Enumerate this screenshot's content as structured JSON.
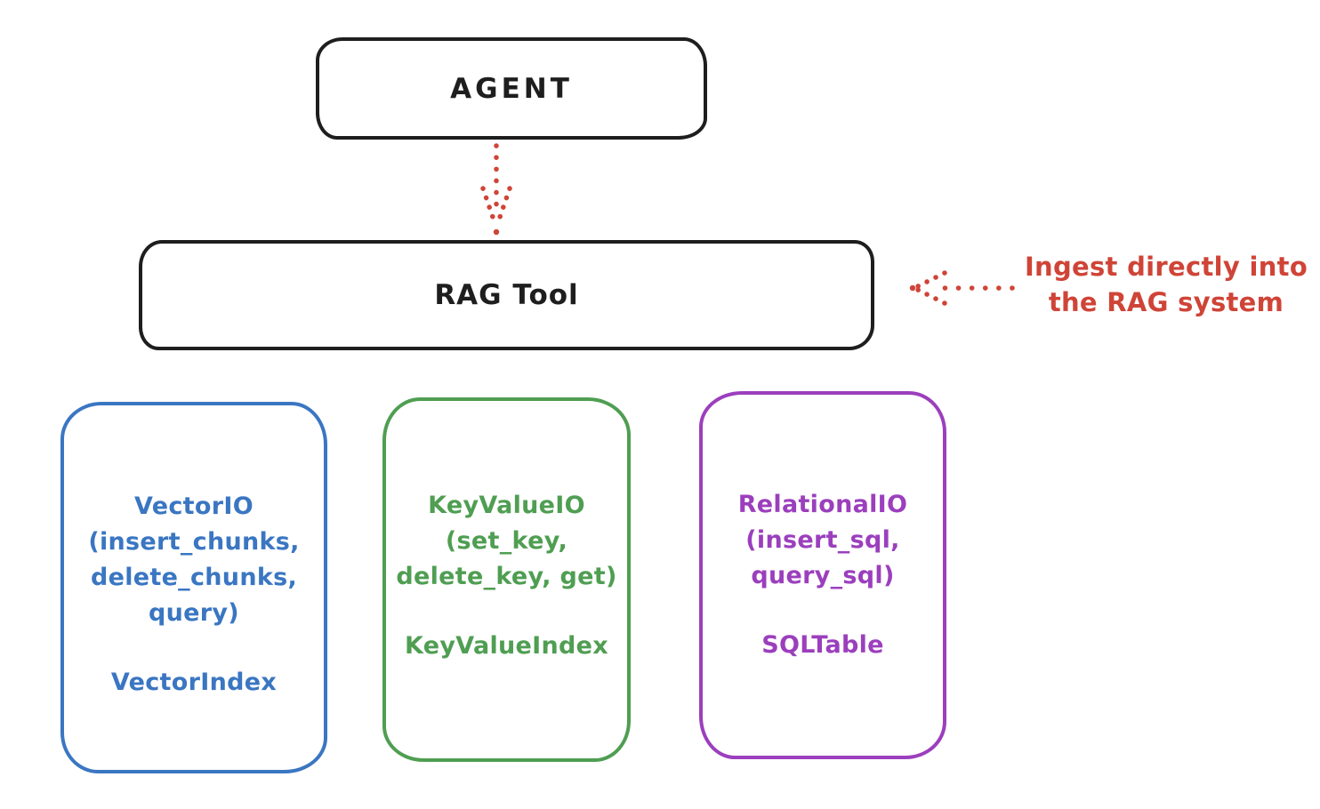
{
  "diagram": {
    "ink_color": "#1e1e1e",
    "accent_red": "#cf4437",
    "agent": {
      "label": "AGENT"
    },
    "rag_tool": {
      "label": "RAG Tool"
    },
    "agent_to_rag_arrow": {
      "style": "dotted",
      "direction": "down",
      "color": "#cf4437"
    },
    "annotation": {
      "line1": "Ingest directly into",
      "line2": "the RAG system",
      "color": "#cf4437",
      "arrow_style": "dotted",
      "arrow_direction": "left"
    },
    "backends": [
      {
        "id": "vector-io",
        "color": "#3a76c2",
        "lines": [
          "VectorIO",
          "(insert_chunks,",
          "delete_chunks,",
          "query)"
        ],
        "index_label": "VectorIndex"
      },
      {
        "id": "keyvalue-io",
        "color": "#4f9e52",
        "lines": [
          "KeyValueIO",
          "(set_key,",
          "delete_key, get)"
        ],
        "index_label": "KeyValueIndex"
      },
      {
        "id": "relational-io",
        "color": "#9b3fbd",
        "lines": [
          "RelationalIO",
          "(insert_sql,",
          "query_sql)"
        ],
        "index_label": "SQLTable"
      }
    ]
  }
}
